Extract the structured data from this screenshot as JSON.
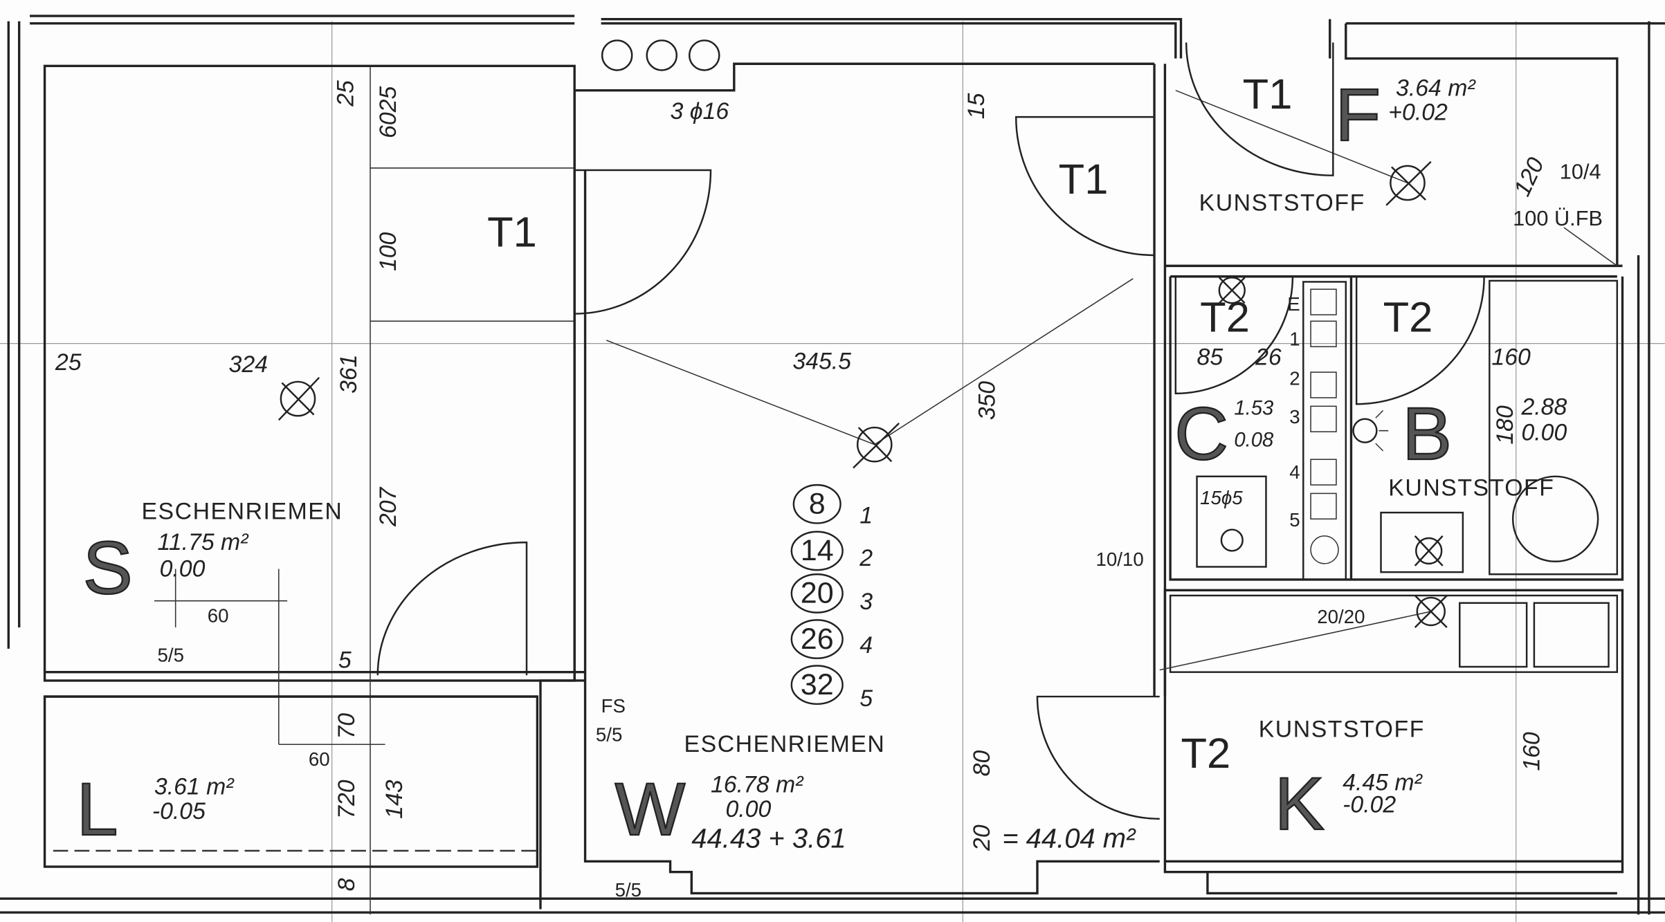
{
  "rooms": {
    "S": {
      "letter": "S",
      "floor": "ESCHENRIEMEN",
      "area": "11.75 m²",
      "delta": "0.00"
    },
    "L": {
      "letter": "L",
      "area": "3.61 m²",
      "delta": "-0.05"
    },
    "W": {
      "letter": "W",
      "floor": "ESCHENRIEMEN",
      "area": "16.78 m²",
      "delta": "0.00",
      "sum": "44.43 + 3.61",
      "total": "= 44.04 m²"
    },
    "F": {
      "letter": "F",
      "floor": "KUNSTSTOFF",
      "area": "3.64 m²",
      "delta": "+0.02"
    },
    "C": {
      "letter": "C",
      "area": "1.53",
      "delta": "0.08"
    },
    "B": {
      "letter": "B",
      "floor": "KUNSTSTOFF",
      "area": "2.88",
      "delta": "0.00"
    },
    "K": {
      "letter": "K",
      "floor": "KUNSTSTOFF",
      "area": "4.45 m²",
      "delta": "-0.02"
    }
  },
  "doors": {
    "t1": "T1",
    "t2": "T2"
  },
  "dimensions": {
    "d25a": "25",
    "d324": "324",
    "d361": "361",
    "d25b": "25",
    "d6025": "6025",
    "d100": "100",
    "d207": "207",
    "d5": "5",
    "d70": "70",
    "d720": "720",
    "d143": "143",
    "d8": "8",
    "d60a": "60",
    "d60b": "60",
    "d55a": "5/5",
    "d55b": "5/5",
    "d55c": "5/5",
    "fs": "FS",
    "d3016": "3 ϕ16",
    "d3455": "345.5",
    "d350": "350",
    "d15": "15",
    "d80": "80",
    "d20": "20",
    "d1010": "10/10",
    "d120": "120",
    "d104": "10/4",
    "d100fb": "100 Ü.FB",
    "d85": "85",
    "d26": "26",
    "d160a": "160",
    "d180": "180",
    "d2020": "20/20",
    "d160b": "160",
    "d155": "15ϕ5"
  },
  "circuits": [
    {
      "circled": "8",
      "num": "1"
    },
    {
      "circled": "14",
      "num": "2"
    },
    {
      "circled": "20",
      "num": "3"
    },
    {
      "circled": "26",
      "num": "4"
    },
    {
      "circled": "32",
      "num": "5"
    }
  ],
  "shaft": [
    "E",
    "1",
    "2",
    "3",
    "4",
    "5"
  ]
}
